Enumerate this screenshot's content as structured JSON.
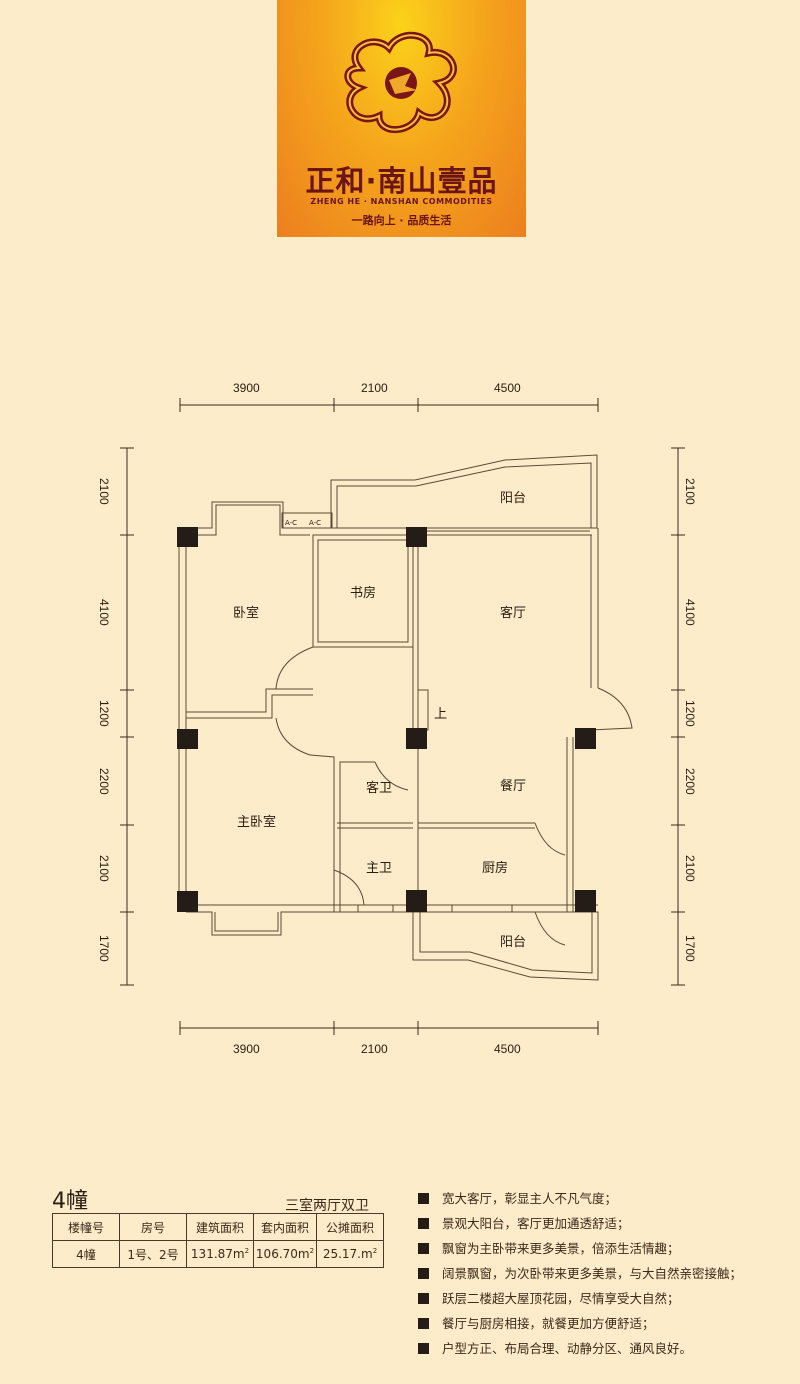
{
  "logo": {
    "name_cn": "正和·南山壹品",
    "name_en": "ZHENG HE · NANSHAN COMMODITIES",
    "slogan": "一路向上 · 品质生活"
  },
  "dimensions": {
    "top": [
      "3900",
      "2100",
      "4500"
    ],
    "bottom": [
      "3900",
      "2100",
      "4500"
    ],
    "left": [
      "2100",
      "4100",
      "1200",
      "2200",
      "2100",
      "1700"
    ],
    "right": [
      "2100",
      "4100",
      "1200",
      "2200",
      "2100",
      "1700"
    ]
  },
  "rooms": {
    "balcony_top": "阳台",
    "bedroom": "卧室",
    "study": "书房",
    "living": "客厅",
    "stairs_up": "上",
    "guest_bath": "客卫",
    "dining": "餐厅",
    "master_bedroom": "主卧室",
    "master_bath": "主卫",
    "kitchen": "厨房",
    "balcony_bottom": "阳台",
    "ac1": "A-C",
    "ac2": "A-C"
  },
  "unit": {
    "building": "4幢",
    "layout_type": "三室两厅双卫",
    "table": {
      "headers": [
        "楼幢号",
        "房号",
        "建筑面积",
        "套内面积",
        "公摊面积"
      ],
      "row": [
        "4幢",
        "1号、2号",
        "131.87m",
        "106.70m",
        "25.17.m"
      ],
      "unit_sup": "2"
    }
  },
  "features": [
    "宽大客厅，彰显主人不凡气度；",
    "景观大阳台，客厅更加通透舒适；",
    "飘窗为主卧带来更多美景，倍添生活情趣；",
    "阔景飘窗，为次卧带来更多美景，与大自然亲密接触；",
    "跃层二楼超大屋顶花园，尽情享受大自然；",
    "餐厅与厨房相接，就餐更加方便舒适；",
    "户型方正、布局合理、动静分区、通风良好。"
  ]
}
